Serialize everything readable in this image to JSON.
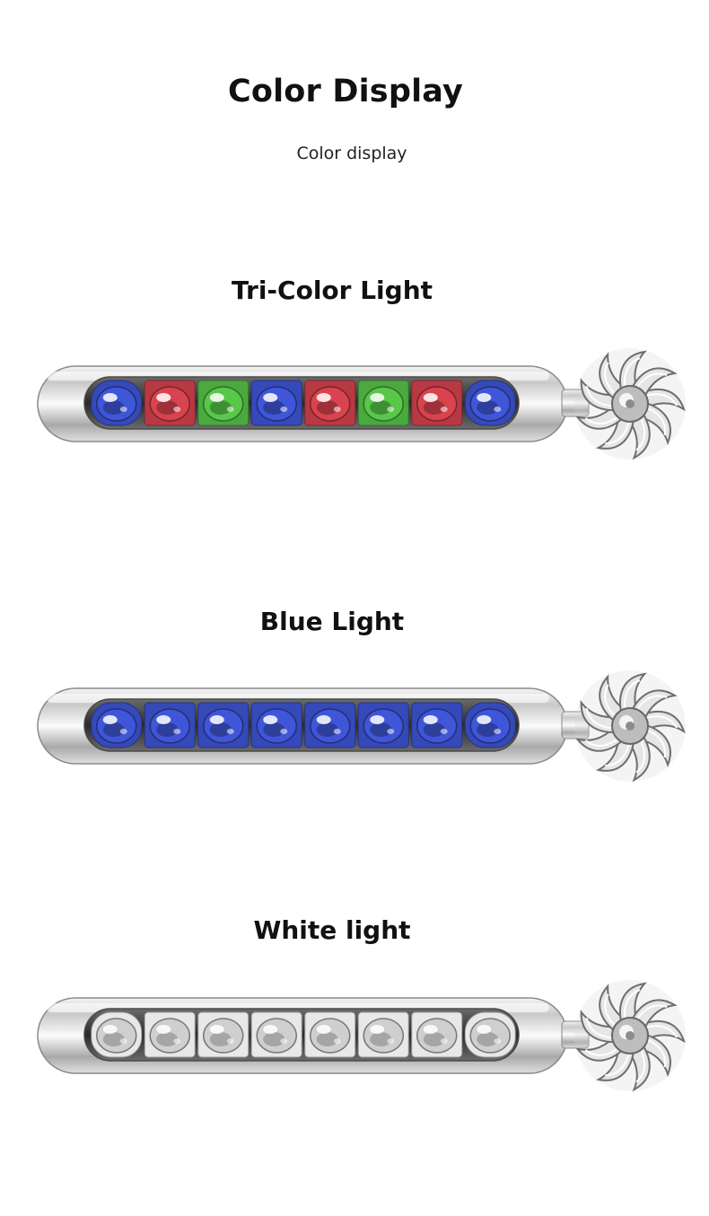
{
  "header": {
    "title": "Color Display",
    "subtitle": "Color display"
  },
  "sections": [
    {
      "label": "Tri-Color Light",
      "led_colors": [
        "#3f56d8",
        "#d9434e",
        "#58c74a",
        "#3f56d8",
        "#d9434e",
        "#58c74a",
        "#d9434e",
        "#3f56d8"
      ]
    },
    {
      "label": "Blue Light",
      "led_colors": [
        "#3f56d8",
        "#3f56d8",
        "#3f56d8",
        "#3f56d8",
        "#3f56d8",
        "#3f56d8",
        "#3f56d8",
        "#3f56d8"
      ]
    },
    {
      "label": "White light",
      "led_colors": [
        "#f2f2f2",
        "#f2f2f2",
        "#f2f2f2",
        "#f2f2f2",
        "#f2f2f2",
        "#f2f2f2",
        "#f2f2f2",
        "#f2f2f2"
      ]
    }
  ]
}
